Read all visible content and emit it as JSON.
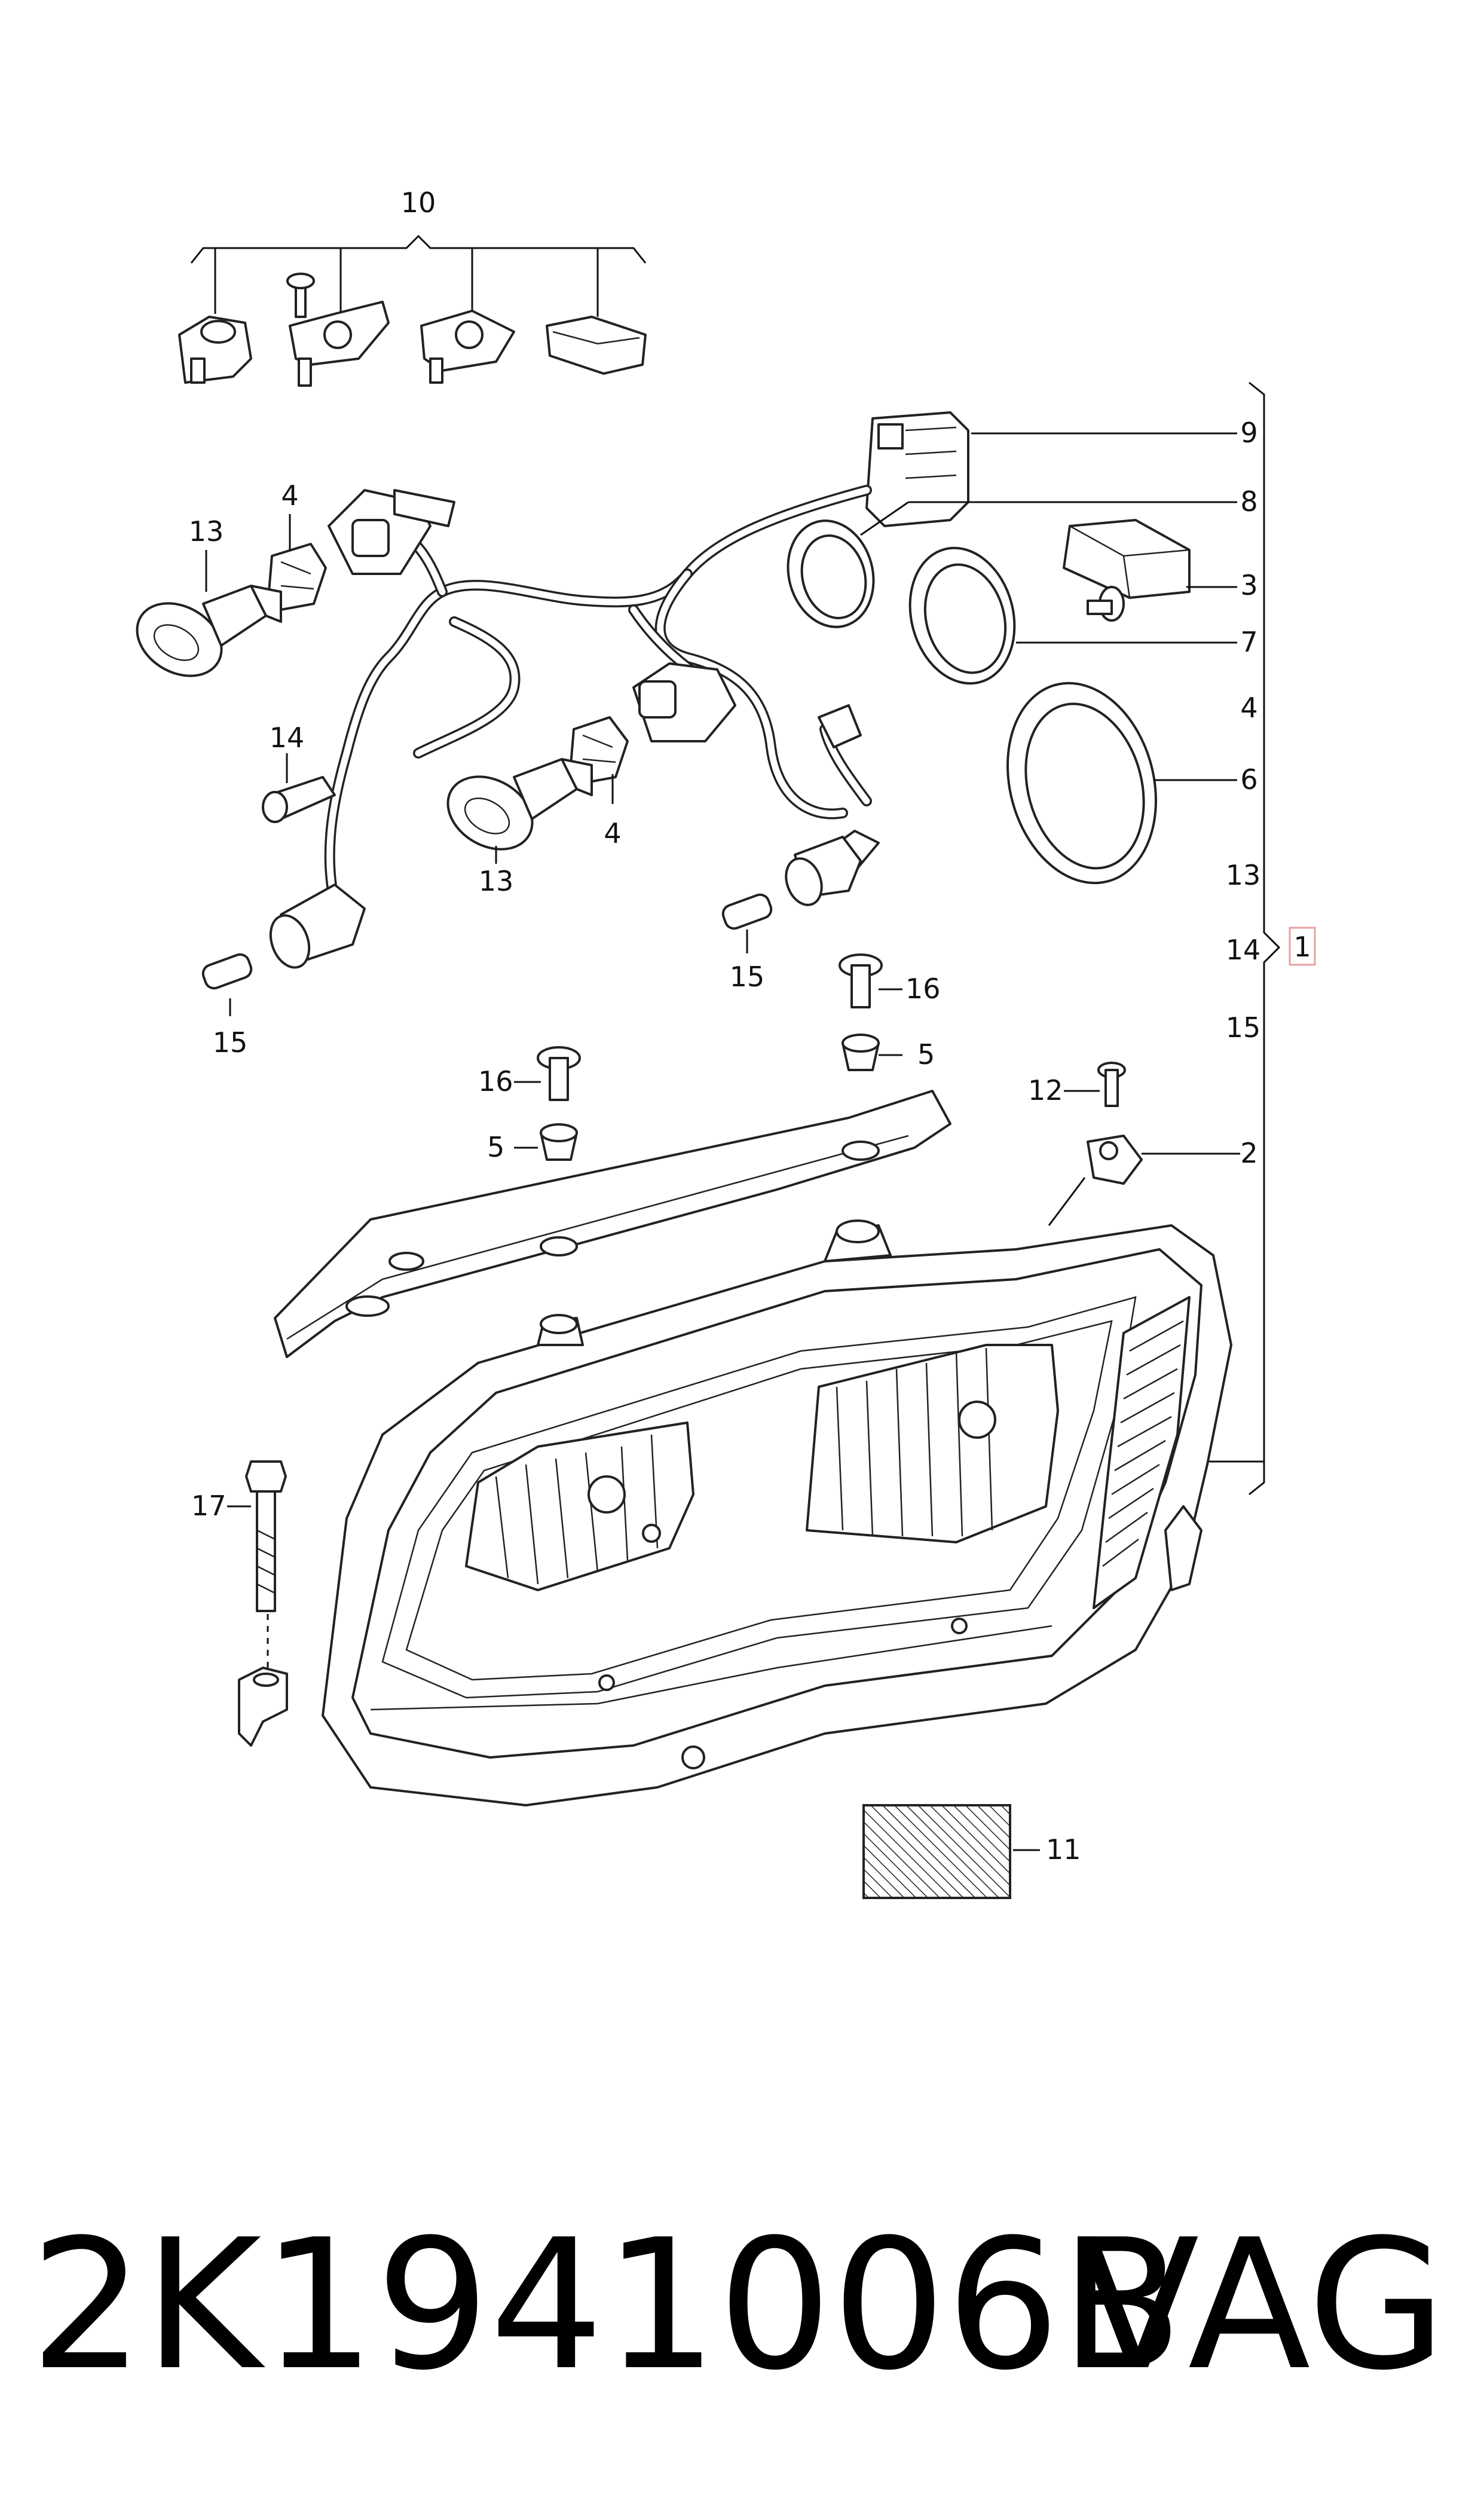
{
  "callouts": {
    "c10": "10",
    "c9": "9",
    "c8": "8",
    "c3": "3",
    "c7": "7",
    "c4r": "4",
    "c6": "6",
    "c13r": "13",
    "c14r": "14",
    "c15r": "15",
    "c1": "1",
    "c13a": "13",
    "c4a": "4",
    "c14a": "14",
    "c13b": "13",
    "c4b": "4",
    "c15a": "15",
    "c15b": "15",
    "c16a": "16",
    "c5a": "5",
    "c16b": "16",
    "c5b": "5",
    "c12": "12",
    "c2": "2",
    "c17": "17",
    "c11": "11"
  },
  "footer": {
    "part_number": "2K1941006B",
    "brand": "VAG"
  },
  "colors": {
    "line": "#222222",
    "highlight_box": "#e8a0a0",
    "text": "#111111"
  }
}
